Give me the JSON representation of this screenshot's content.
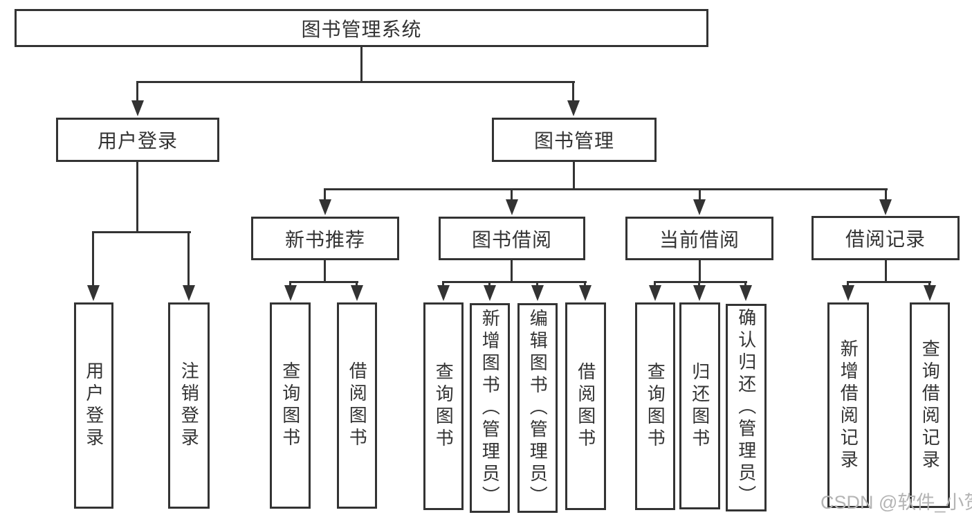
{
  "diagram": {
    "root": {
      "label": "图书管理系统"
    },
    "level1": [
      {
        "label": "用户登录"
      },
      {
        "label": "图书管理"
      }
    ],
    "level2": [
      {
        "label": "新书推荐"
      },
      {
        "label": "图书借阅"
      },
      {
        "label": "当前借阅"
      },
      {
        "label": "借阅记录"
      }
    ],
    "leaves": {
      "user_login": [
        "用户登录",
        "注销登录"
      ],
      "new_book_recommend": [
        "查询图书",
        "借阅图书"
      ],
      "book_borrow": [
        "查询图书",
        "新增图书（管理员）",
        "编辑图书（管理员）",
        "借阅图书"
      ],
      "current_borrow": [
        "查询图书",
        "归还图书",
        "确认归还（管理员）"
      ],
      "borrow_records": [
        "新增借阅记录",
        "查询借阅记录"
      ]
    }
  },
  "watermark": {
    "text": "CSDN @软件_小贺同学",
    "color": "#b4b4b4"
  },
  "colors": {
    "line": "#333333",
    "text": "#333333",
    "box_background": "#ffffff",
    "page_background": "#ffffff"
  }
}
